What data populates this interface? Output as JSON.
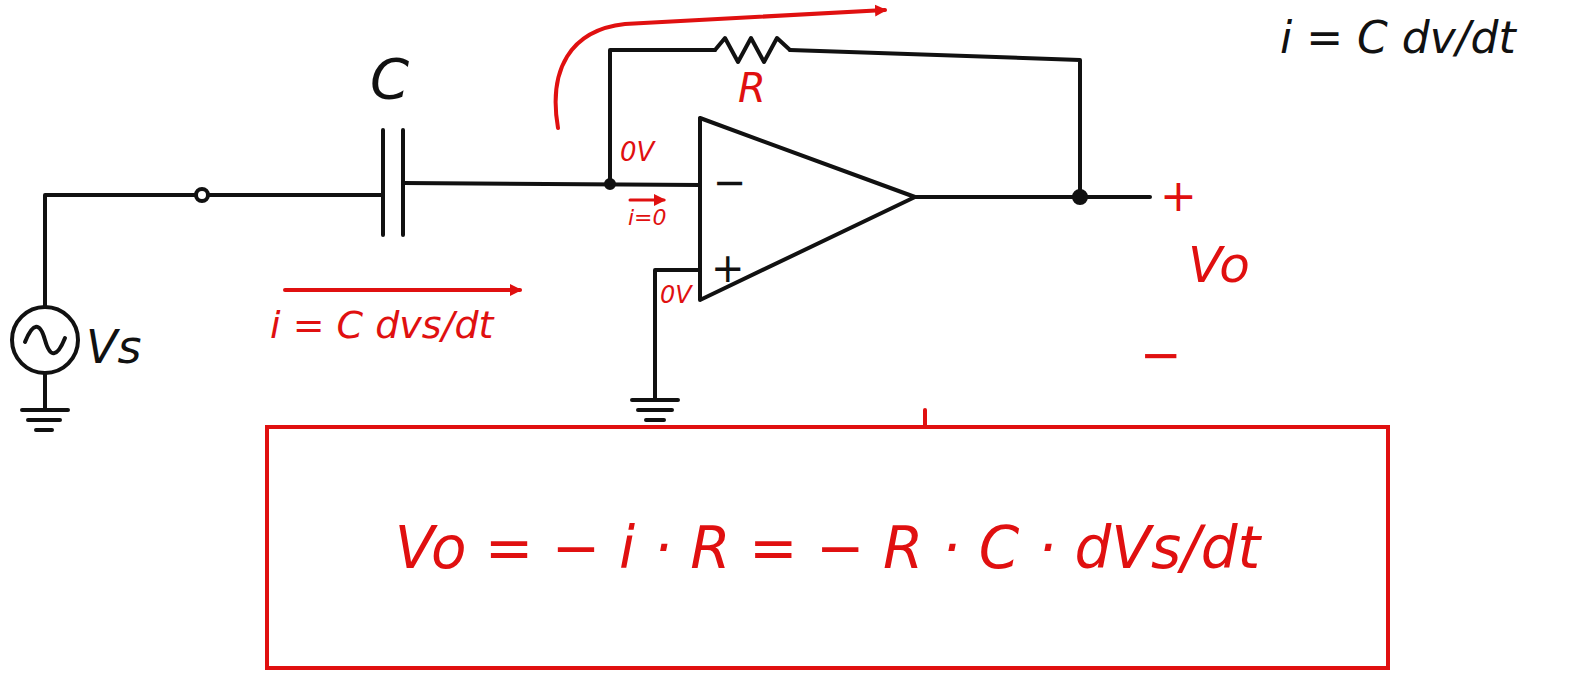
{
  "diagram": {
    "nodes": [
      {
        "text": [
          "Vo = − i · R = − R · C · dVs/dt"
        ]
      }
    ],
    "labels": [
      "C",
      "R",
      "i = C dv/dt",
      "0V",
      "i=0",
      "−",
      "+",
      "0V",
      "i = C dvs/dt",
      "Vs",
      "+",
      "Vo",
      "−"
    ]
  }
}
